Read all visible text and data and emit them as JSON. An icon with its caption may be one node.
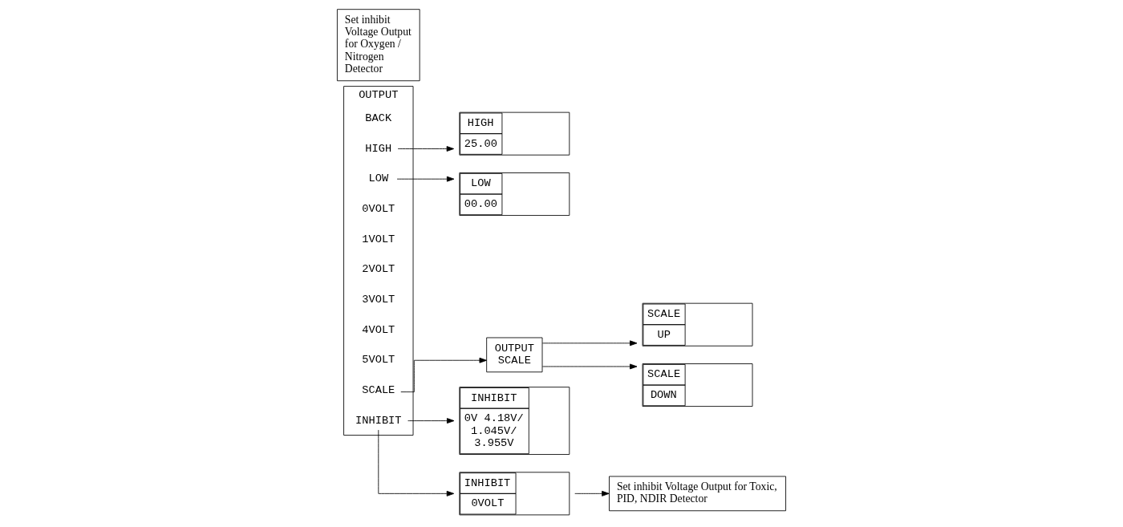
{
  "diagram": {
    "nodes": [
      {
        "text": [
          "OUTPUT"
        ]
      },
      {
        "text": [
          "BACK"
        ],
        "in": 0
      },
      {
        "text": [
          "HIGH"
        ],
        "in": 0
      },
      {
        "text": [
          "LOW"
        ],
        "in": 0
      },
      {
        "text": [
          "0VOLT"
        ],
        "in": 0
      },
      {
        "text": [
          "1VOLT"
        ],
        "in": 0
      },
      {
        "text": [
          "2VOLT"
        ],
        "in": 0
      },
      {
        "text": [
          "3VOLT"
        ],
        "in": 0
      },
      {
        "text": [
          "4VOLT"
        ],
        "in": 0
      },
      {
        "text": [
          "5VOLT"
        ],
        "in": 0
      },
      {
        "text": [
          "SCALE"
        ],
        "in": 0
      },
      {
        "text": [
          "INHIBIT"
        ],
        "in": 0
      },
      {
        "text": [
          "HIGH",
          "25.00"
        ]
      },
      {
        "text": [
          "OUTPUT SCALE"
        ]
      },
      {
        "text": [
          "LOW",
          "00.00"
        ]
      },
      {
        "text": [
          "SCALE",
          "UP"
        ]
      },
      {
        "text": [
          "INHIBIT",
          "0V 4.18V/ 1.045V/ 3.955V"
        ]
      },
      {
        "text": [
          "Set inhibit Voltage Output for Oxygen / Nitrogen Detector"
        ]
      },
      {
        "text": [
          "SCALE",
          "DOWN"
        ]
      },
      {
        "text": [
          "INHIBIT",
          "0VOLT"
        ]
      },
      {
        "text": [
          "Set inhibit Voltage Output for Toxic, PID, NDIR Detector"
        ]
      }
    ],
    "edges": [
      {
        "from": 2,
        "to": 12,
        "arrow": "to"
      },
      {
        "from": 3,
        "to": 14,
        "arrow": "to"
      },
      {
        "from": 10,
        "to": 13,
        "arrow": "to"
      },
      {
        "from": 11,
        "to": 16,
        "arrow": "to"
      },
      {
        "from": 11,
        "to": 19,
        "arrow": "to"
      },
      {
        "from": 13,
        "to": 15,
        "arrow": "to"
      },
      {
        "from": 13,
        "to": 18,
        "arrow": "to"
      },
      {
        "from": 19,
        "to": 20,
        "arrow": "to"
      }
    ]
  }
}
